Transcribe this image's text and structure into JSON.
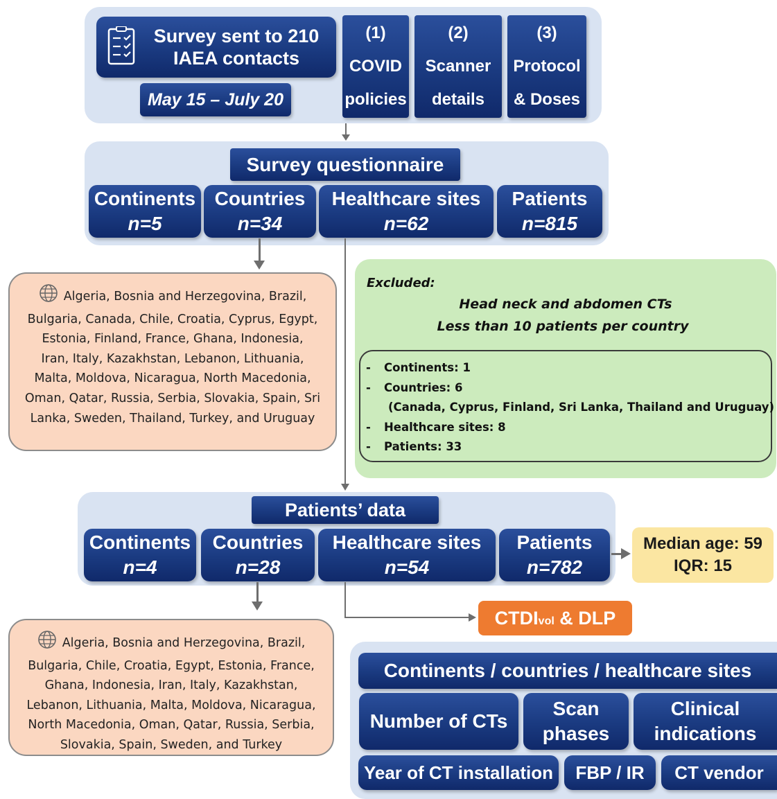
{
  "survey": {
    "title_line1": "Survey sent to 210",
    "title_line2": "IAEA contacts",
    "dates": "May 15 – July 20",
    "sections": [
      {
        "num": "(1)",
        "line1": "COVID",
        "line2": "policies"
      },
      {
        "num": "(2)",
        "line1": "Scanner",
        "line2": "details"
      },
      {
        "num": "(3)",
        "line1": "Protocol",
        "line2": "& Doses"
      }
    ]
  },
  "questionnaire": {
    "title": "Survey questionnaire",
    "stats": [
      {
        "label": "Continents",
        "value": "n=5"
      },
      {
        "label": "Countries",
        "value": "n=34"
      },
      {
        "label": "Healthcare sites",
        "value": "n=62"
      },
      {
        "label": "Patients",
        "value": "n=815"
      }
    ]
  },
  "countries_initial": {
    "icon": "globe-icon",
    "lines": [
      "Algeria, Bosnia and Herzegovina, Brazil,",
      "Bulgaria, Canada, Chile, Croatia, Cyprus, Egypt,",
      "Estonia, Finland, France, Ghana, Indonesia,",
      "Iran, Italy, Kazakhstan, Lebanon, Lithuania,",
      "Malta, Moldova, Nicaragua, North Macedonia,",
      "Oman, Qatar, Russia, Serbia, Slovakia, Spain, Sri",
      "Lanka, Sweden, Thailand, Turkey, and Uruguay"
    ]
  },
  "excluded": {
    "heading": "Excluded:",
    "criteria": [
      "Head neck and abdomen CTs",
      "Less than 10 patients per country"
    ],
    "items": [
      "Continents: 1",
      "Countries: 6",
      "(Canada, Cyprus, Finland, Sri Lanka, Thailand and Uruguay)",
      "Healthcare sites: 8",
      "Patients: 33"
    ]
  },
  "patients_data": {
    "title": "Patients’ data",
    "stats": [
      {
        "label": "Continents",
        "value": "n=4"
      },
      {
        "label": "Countries",
        "value": "n=28"
      },
      {
        "label": "Healthcare sites",
        "value": "n=54"
      },
      {
        "label": "Patients",
        "value": "n=782"
      }
    ]
  },
  "age": {
    "median": "Median age: 59",
    "iqr": "IQR: 15"
  },
  "countries_final": {
    "icon": "globe-icon",
    "lines": [
      "Algeria, Bosnia and Herzegovina, Brazil,",
      "Bulgaria, Chile, Croatia, Egypt, Estonia, France,",
      "Ghana, Indonesia, Iran, Italy, Kazakhstan,",
      "Lebanon, Lithuania, Malta, Moldova, Nicaragua,",
      "North Macedonia, Oman, Qatar, Russia, Serbia,",
      "Slovakia, Spain, Sweden, and Turkey"
    ]
  },
  "ctdi": {
    "main": "CTDI",
    "sub": "vol",
    "rest": " & DLP"
  },
  "analysis": {
    "header": "Continents / countries / healthcare sites",
    "row1": [
      {
        "line1": "Number of CTs",
        "line2": ""
      },
      {
        "line1": "Scan",
        "line2": "phases"
      },
      {
        "line1": "Clinical",
        "line2": "indications"
      }
    ],
    "row2": [
      "Year of CT installation",
      "FBP / IR",
      "CT vendor"
    ]
  },
  "colors": {
    "navy": "#1a3a80",
    "panel": "#d9e3f2",
    "orange_box": "#fbd7c1",
    "green_box": "#ccebbd",
    "yellow_box": "#fbe6a2",
    "ctdi": "#ee7b30"
  }
}
